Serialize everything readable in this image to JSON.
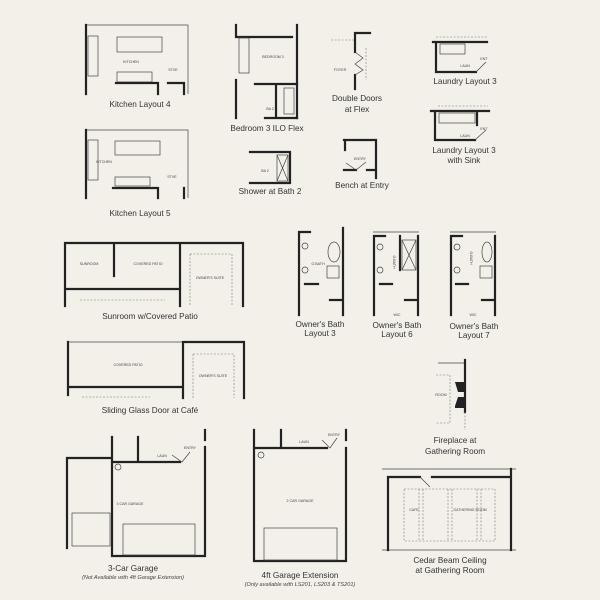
{
  "options": {
    "kitchen4": {
      "caption": "Kitchen Layout 4",
      "rooms": [
        "KITCHEN",
        "STVE"
      ]
    },
    "kitchen5": {
      "caption": "Kitchen Layout 5",
      "rooms": [
        "KITCHEN",
        "STVE"
      ]
    },
    "bedroom3": {
      "caption": "Bedroom 3 ILO Flex",
      "rooms": [
        "BEDROOM 3",
        "BA 2"
      ]
    },
    "shower2": {
      "caption": "Shower at Bath 2",
      "rooms": [
        "BA 2"
      ]
    },
    "doubledoors": {
      "caption1": "Double Doors",
      "caption2": "at Flex",
      "rooms": [
        "FOYER"
      ]
    },
    "bench": {
      "caption": "Bench at Entry",
      "rooms": [
        "ENTRY"
      ]
    },
    "laundry3": {
      "caption": "Laundry Layout 3",
      "rooms": [
        "LAUN",
        "ENT"
      ]
    },
    "laundry3sink": {
      "caption1": "Laundry Layout 3",
      "caption2": "with Sink",
      "rooms": [
        "LAUN",
        "ENT"
      ]
    },
    "sunroom": {
      "caption": "Sunroom w/Covered Patio",
      "rooms": [
        "SUNROOM",
        "COVERED PATIO",
        "OWNER'S SUITE"
      ]
    },
    "ob3": {
      "caption1": "Owner's Bath",
      "caption2": "Layout 3",
      "rooms": [
        "O.BATH"
      ]
    },
    "ob6": {
      "caption1": "Owner's Bath",
      "caption2": "Layout 6",
      "rooms": [
        "O.BATH",
        "WIC"
      ]
    },
    "ob7": {
      "caption1": "Owner's Bath",
      "caption2": "Layout 7",
      "rooms": [
        "O.BATH",
        "WIC"
      ]
    },
    "sliding": {
      "caption": "Sliding Glass Door at Café",
      "rooms": [
        "COVERED PATIO",
        "OWNER'S SUITE"
      ]
    },
    "fireplace": {
      "caption1": "Fireplace at",
      "caption2": "Gathering Room",
      "rooms": [
        "ROOM"
      ]
    },
    "garage3": {
      "caption": "3-Car Garage",
      "note": "(Not Available with 4ft Garage Extension)",
      "rooms": [
        "3 CAR GARAGE",
        "LAUN",
        "ENTRY"
      ]
    },
    "garage4ft": {
      "caption": "4ft Garage Extension",
      "note": "(Only available with LS201, LS203 & TS201)",
      "rooms": [
        "2 CAR GARAGE",
        "LAUN",
        "ENTRY"
      ]
    },
    "cedar": {
      "caption1": "Cedar Beam Ceiling",
      "caption2": "at Gathering Room",
      "rooms": [
        "CAFE",
        "GATHERING ROOM"
      ]
    }
  },
  "colors": {
    "background": "#f3f0ea",
    "walls": "#222222",
    "text": "#333333"
  }
}
